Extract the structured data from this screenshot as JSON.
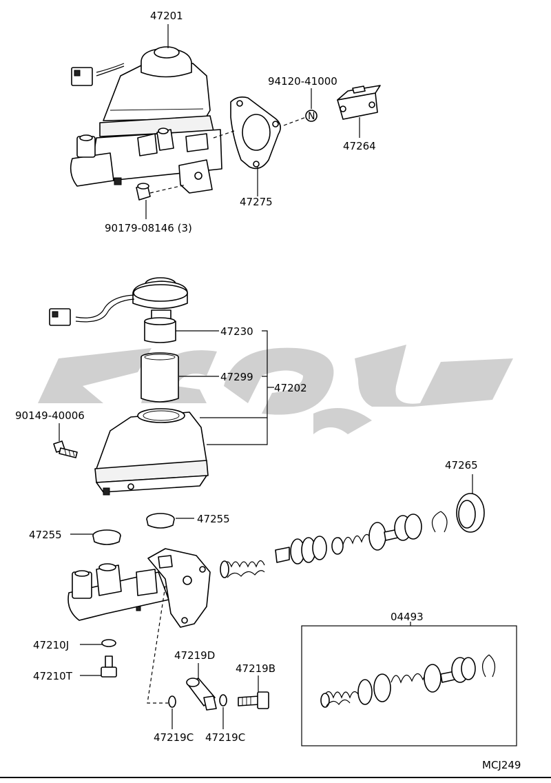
{
  "diagram_code": "MCJ249",
  "part_numbers": {
    "master_cylinder_assy": "47201",
    "union_nut": "94120-41000",
    "stop_light_switch_bracket": "47264",
    "gasket": "47275",
    "nut": "90179-08146 (3)",
    "reservoir_cap_sub": "47230",
    "reservoir_strainer": "47299",
    "reservoir_assy": "47202",
    "reservoir_screw": "90149-40006",
    "cylinder_seal_grommet": "47265",
    "grommet_a": "47255",
    "grommet_b": "47255",
    "piston_kit": "04493",
    "gasket_j": "47210J",
    "union_bolt_t": "47210T",
    "union_d": "47219D",
    "bolt_b": "47219B",
    "gasket_c1": "47219C",
    "gasket_c2": "47219C"
  }
}
